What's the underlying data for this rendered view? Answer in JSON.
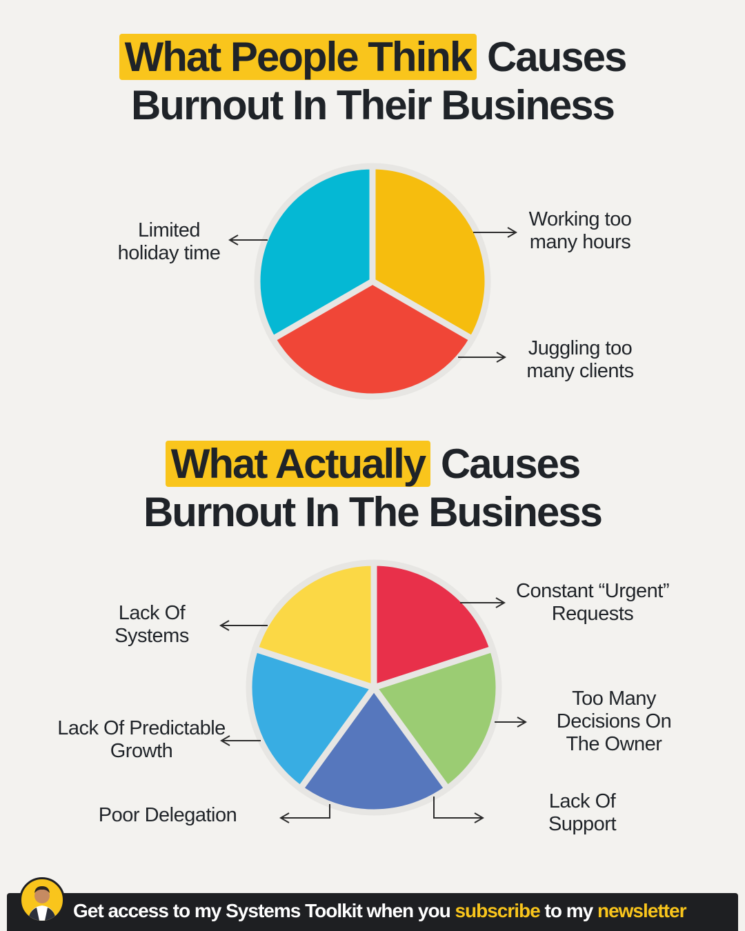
{
  "section1": {
    "title_highlight": "What People Think",
    "title_rest": " Causes",
    "title_line2": "Burnout In Their Business"
  },
  "section2": {
    "title_highlight": "What Actually",
    "title_rest": " Causes",
    "title_line2": "Burnout In The Business"
  },
  "chart_data": [
    {
      "type": "pie",
      "title": "What People Think Causes Burnout In Their Business",
      "categories": [
        "Working too many hours",
        "Juggling too many clients",
        "Limited holiday time"
      ],
      "values": [
        33.3,
        33.3,
        33.3
      ],
      "colors": [
        "#f6bd0e",
        "#f04637",
        "#05b8d4"
      ]
    },
    {
      "type": "pie",
      "title": "What Actually Causes Burnout In The Business",
      "categories": [
        "Constant “Urgent” Requests",
        "Too Many Decisions On The Owner",
        "Lack Of Support / Poor Delegation",
        "Lack Of Predictable Growth",
        "Lack Of Systems"
      ],
      "values": [
        20,
        20,
        20,
        20,
        20
      ],
      "colors": [
        "#e8304a",
        "#9bcc73",
        "#5677bd",
        "#38ade3",
        "#fbd845"
      ]
    }
  ],
  "labels1": {
    "working": "Working too\nmany hours",
    "juggling": "Juggling too\nmany clients",
    "holiday": "Limited\nholiday time"
  },
  "labels2": {
    "urgent": "Constant “Urgent”\nRequests",
    "decisions": "Too Many\nDecisions On\nThe Owner",
    "support": "Lack Of\nSupport",
    "delegation": "Poor Delegation",
    "growth": "Lack Of Predictable\nGrowth",
    "systems": "Lack Of\nSystems"
  },
  "footer": {
    "text_a": "Get access to my Systems Toolkit when you ",
    "accent_a": "subscribe",
    "text_b": " to my ",
    "accent_b": "newsletter"
  }
}
